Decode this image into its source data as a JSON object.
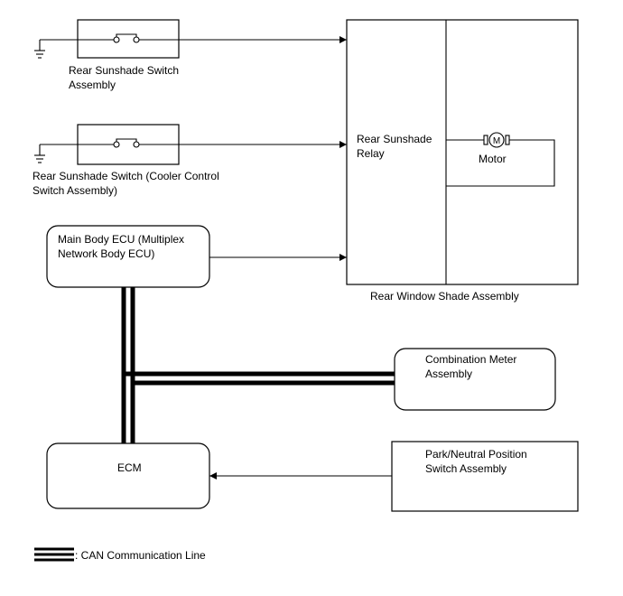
{
  "components": {
    "rear_sunshade_switch_assembly": {
      "line1": "Rear Sunshade Switch",
      "line2": "Assembly"
    },
    "cooler_control_switch": {
      "line1": "Rear Sunshade Switch (Cooler Control",
      "line2": "Switch Assembly)"
    },
    "main_body_ecu": {
      "line1": "Main Body ECU (Multiplex",
      "line2": "Network Body ECU)"
    },
    "rear_window_shade_assembly": {
      "caption": "Rear Window Shade Assembly",
      "relay_line1": "Rear Sunshade",
      "relay_line2": "Relay",
      "motor_label": "Motor",
      "motor_symbol": "M"
    },
    "combination_meter": {
      "line1": "Combination Meter",
      "line2": "Assembly"
    },
    "ecm": {
      "label": "ECM"
    },
    "park_neutral_switch": {
      "line1": "Park/Neutral Position",
      "line2": "Switch Assembly"
    }
  },
  "legend": {
    "can_line_label": ": CAN Communication Line"
  }
}
